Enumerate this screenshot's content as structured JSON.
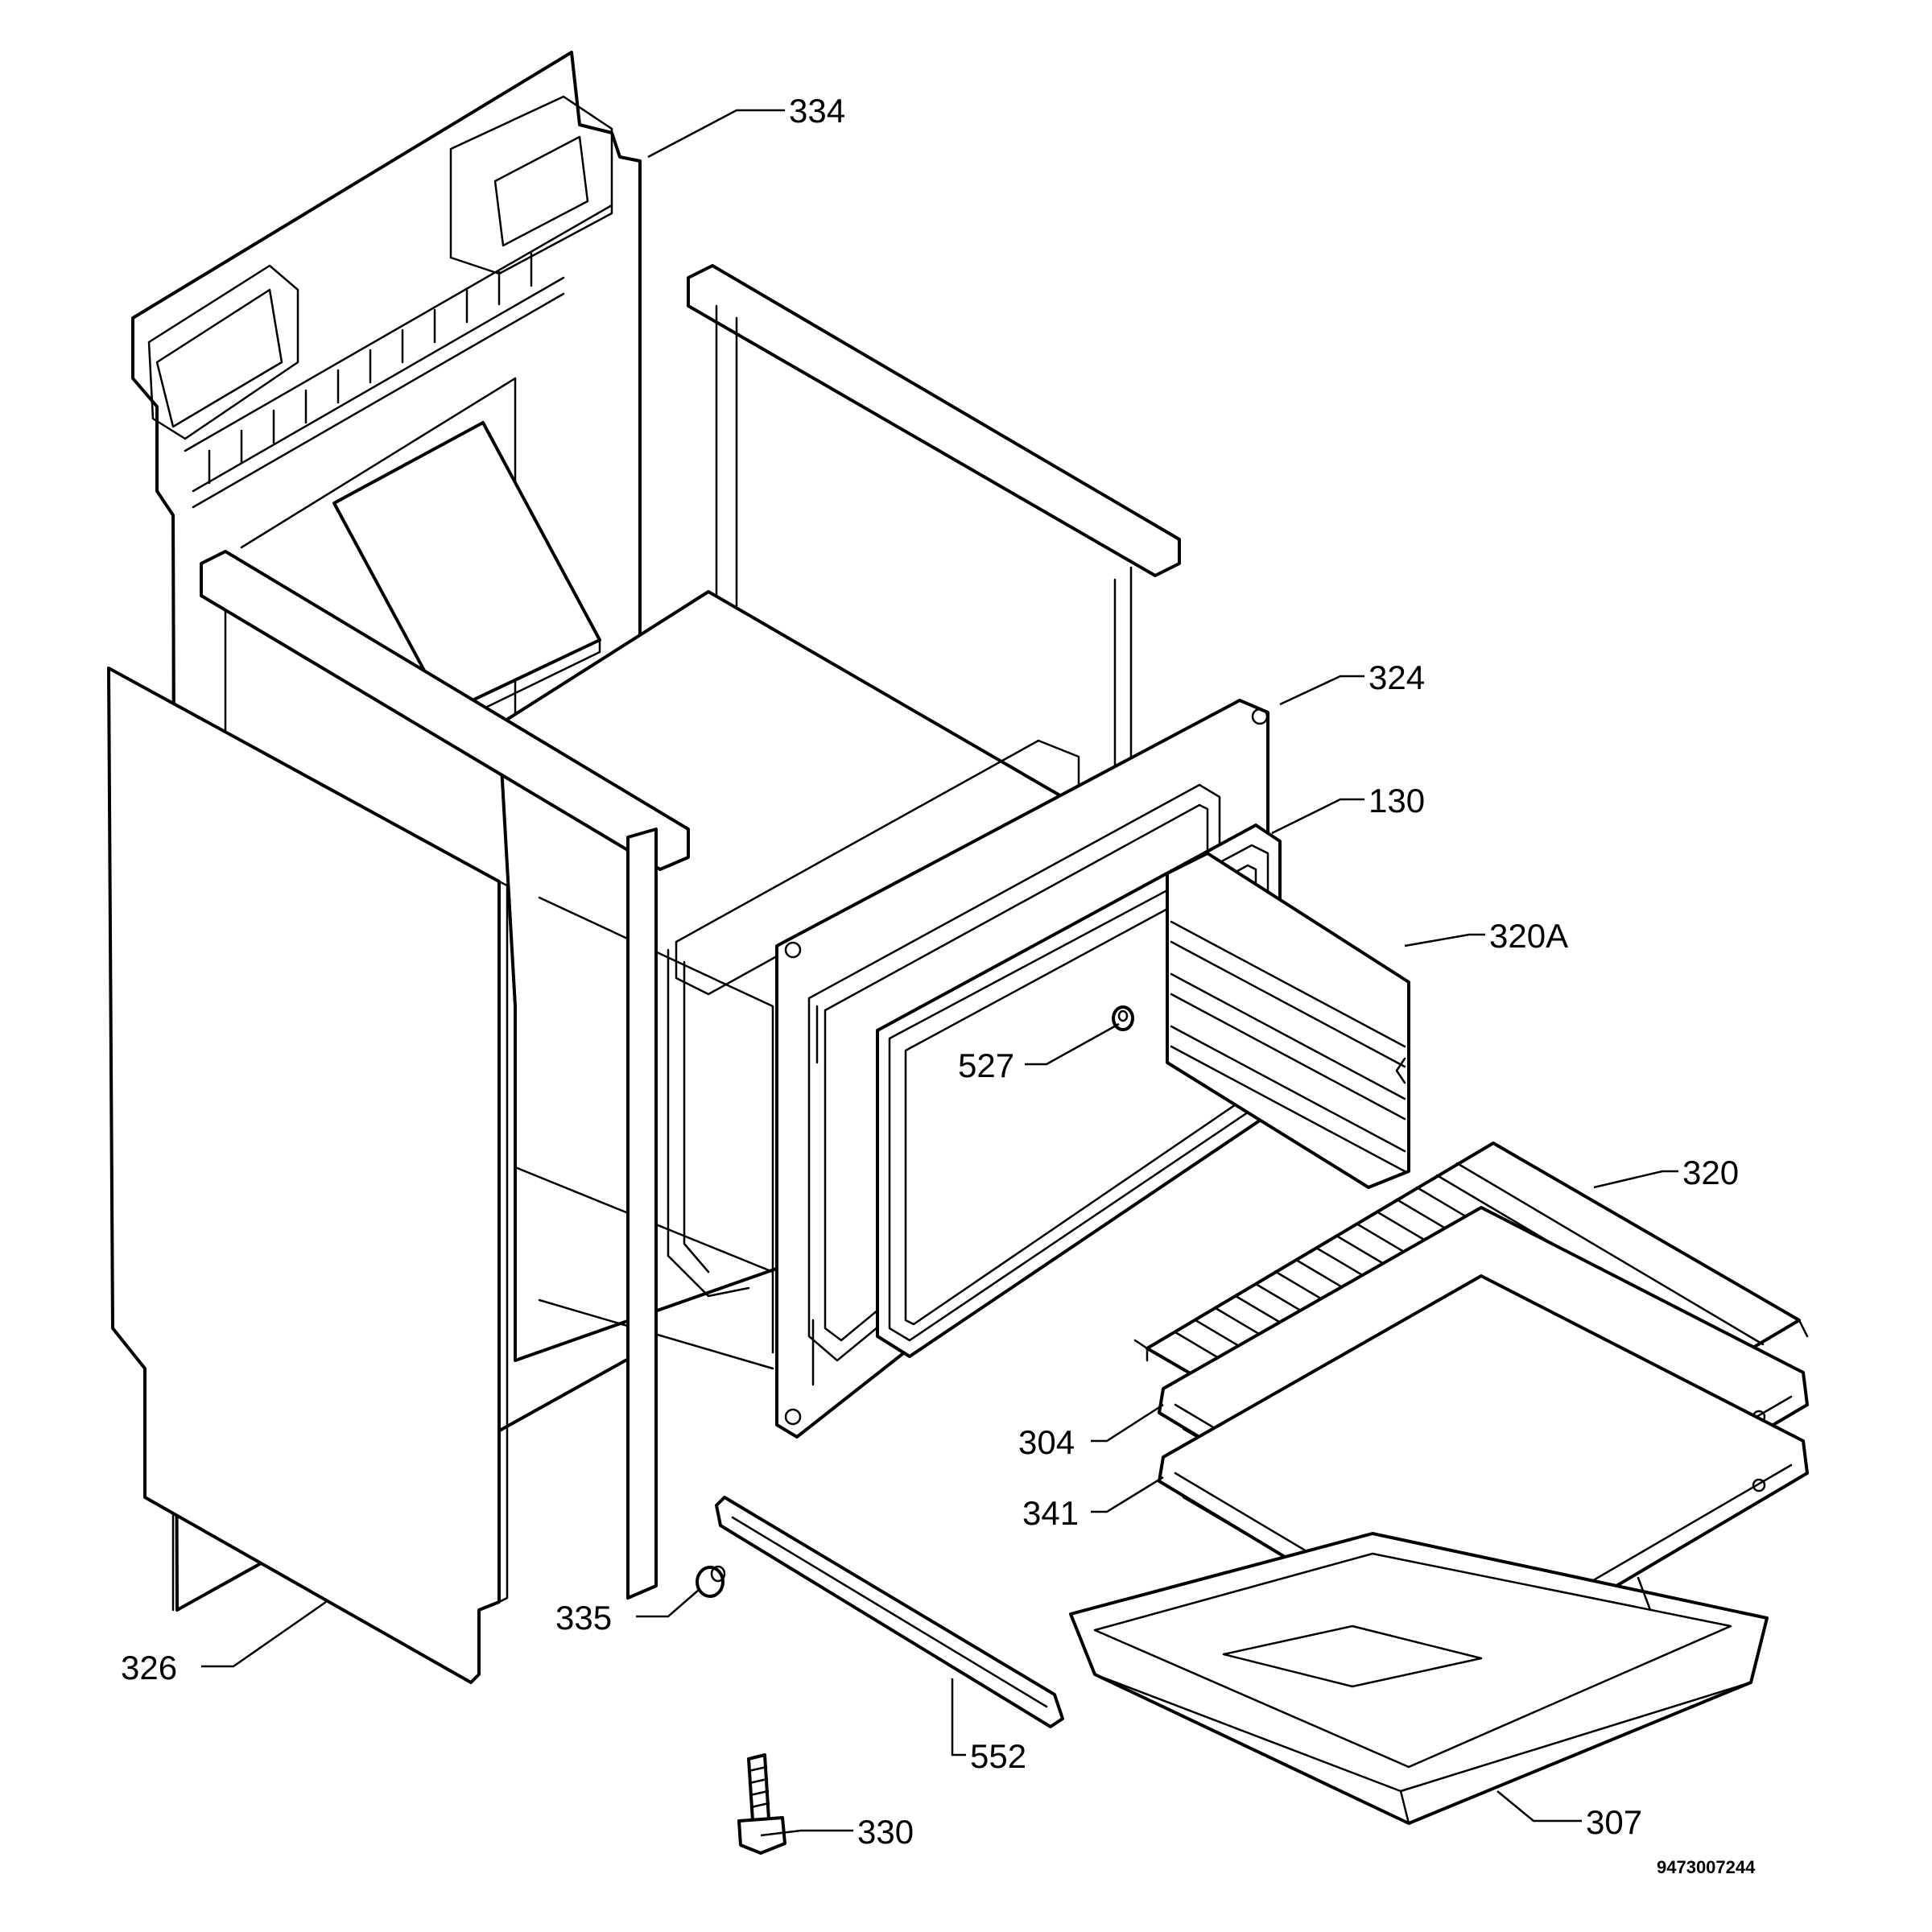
{
  "colors": {
    "ink": "#000000",
    "paper": "#ffffff"
  },
  "labels": {
    "p334": "334",
    "p324": "324",
    "p130": "130",
    "p320A": "320A",
    "p527": "527",
    "p320": "320",
    "p304": "304",
    "p341": "341",
    "p335": "335",
    "p326": "326",
    "p552": "552",
    "p330": "330",
    "p307": "307"
  },
  "document_number": "9473007244"
}
